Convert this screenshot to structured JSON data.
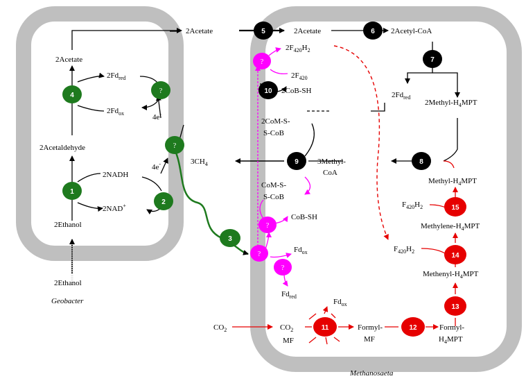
{
  "organisms": {
    "geobacter": "Geobacter",
    "methanosaeta": "Methanosaeta"
  },
  "colors": {
    "green": "#1e7a1e",
    "black": "#000000",
    "magenta": "#ff00ff",
    "red": "#e60000",
    "cell_wall": "#bfbfbf"
  },
  "geobacter": {
    "acetate_out": "2Acetate",
    "acetate": "2Acetate",
    "fd_red": "2Fd",
    "fd_red_sub": "red",
    "fd_ox": "2Fd",
    "fd_ox_sub": "ox",
    "electrons_top": "4e",
    "electrons_top_sup": "-",
    "acetaldehyde": "2Acetaldehyde",
    "nadh": "2NADH",
    "nad": "2NAD",
    "nad_sup": "+",
    "electrons_bottom": "4e",
    "electrons_bottom_sup": "-",
    "ethanol_in": "2Ethanol",
    "ethanol_out": "2Ethanol"
  },
  "methanosaeta": {
    "acetate": "2Acetate",
    "acetyl_coa": "2Acetyl-CoA",
    "f420h2_top": "2F",
    "f420h2_top_sub": "420",
    "f420h2_top_tail": "H",
    "f420h2_top_tail_sub": "2",
    "f420": "2F",
    "f420_sub": "420",
    "cob_sh": "2CoB-SH",
    "com_s_cob_line1": "2CoM-S-",
    "com_s_cob_line2": "S-CoB",
    "fd_red": "2Fd",
    "fd_red_sub": "red",
    "methyl_h4mpt": "2Methyl-H",
    "methyl_h4mpt_sub": "4",
    "methyl_h4mpt_tail": "MPT",
    "methane": "3CH",
    "methane_sub": "4",
    "methyl_coa_line1": "3Methyl-",
    "methyl_coa_line2": "CoA",
    "com_line1": "CoM-S-",
    "com_line2": "S-CoB",
    "cob_sh2": "CoB-SH",
    "fd_ox": "Fd",
    "fd_ox_sub": "ox",
    "fd_red2": "Fd",
    "fd_red2_sub": "red",
    "methyl_h4mpt2": "Methyl-H",
    "methyl_h4mpt2_sub": "4",
    "methyl_h4mpt2_tail": "MPT",
    "f420h2_a": "F",
    "f420h2_a_sub": "420",
    "f420h2_a_tail": "H",
    "f420h2_a_tail_sub": "2",
    "methylene": "Methylene-H",
    "methylene_sub": "4",
    "methylene_tail": "MPT",
    "f420h2_b": "F",
    "f420h2_b_sub": "420",
    "f420h2_b_tail": "H",
    "f420h2_b_tail_sub": "2",
    "methenyl": "Methenyl-H",
    "methenyl_sub": "4",
    "methenyl_tail": "MPT",
    "co2_out": "CO",
    "co2_out_sub": "2",
    "co2_in": "CO",
    "co2_in_sub": "2",
    "mf": "MF",
    "fd_ox2": "Fd",
    "fd_ox2_sub": "ox",
    "formyl_mf_line1": "Formyl-",
    "formyl_mf_line2": "MF",
    "formyl_h4mpt_line1": "Formyl-",
    "formyl_h4mpt_line2": "H",
    "formyl_h4mpt_line2_sub": "4",
    "formyl_h4mpt_line2_tail": "MPT"
  },
  "enzymes": {
    "e1": "1",
    "e2": "2",
    "e3": "3",
    "e4": "4",
    "e5": "5",
    "e6": "6",
    "e7": "7",
    "e8": "8",
    "e9": "9",
    "e10": "10",
    "e11": "11",
    "e12": "12",
    "e13": "13",
    "e14": "14",
    "e15": "15",
    "unknown": "?"
  }
}
